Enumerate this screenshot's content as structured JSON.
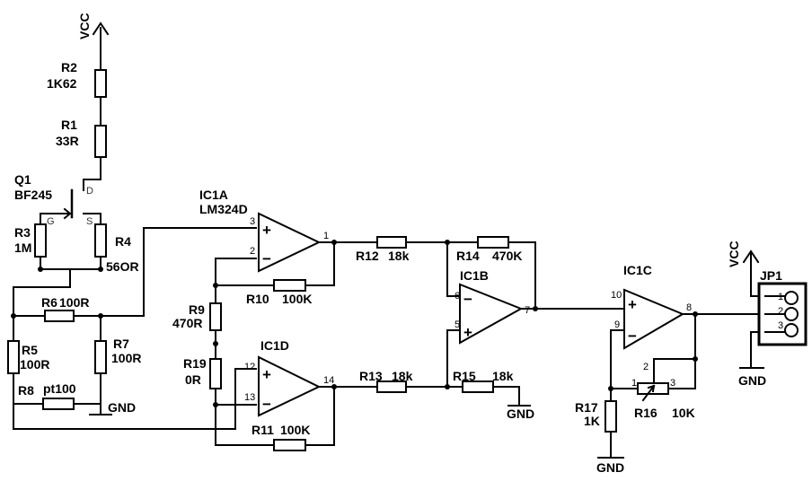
{
  "power": {
    "vcc": "VCC",
    "gnd": "GND"
  },
  "components": {
    "R2": {
      "ref": "R2",
      "value": "1K62"
    },
    "R1": {
      "ref": "R1",
      "value": "33R"
    },
    "Q1": {
      "ref": "Q1",
      "value": "BF245",
      "pin_d": "D",
      "pin_g": "G",
      "pin_s": "S"
    },
    "R3": {
      "ref": "R3",
      "value": "1M"
    },
    "R4": {
      "ref": "R4",
      "value": "56OR"
    },
    "R6": {
      "ref": "R6",
      "value": "100R"
    },
    "R5": {
      "ref": "R5",
      "value": "100R"
    },
    "R7": {
      "ref": "R7",
      "value": "100R"
    },
    "R8": {
      "ref": "R8",
      "value": "pt100"
    },
    "IC1A": {
      "ref": "IC1A",
      "value": "LM324D",
      "pin_plus": "3",
      "pin_minus": "2",
      "pin_out": "1"
    },
    "R9": {
      "ref": "R9",
      "value": "470R"
    },
    "R19": {
      "ref": "R19",
      "value": "0R"
    },
    "R10": {
      "ref": "R10",
      "value": "100K"
    },
    "IC1D": {
      "ref": "IC1D",
      "pin_plus": "12",
      "pin_minus": "13",
      "pin_out": "14"
    },
    "R11": {
      "ref": "R11",
      "value": "100K"
    },
    "R12": {
      "ref": "R12",
      "value": "18k"
    },
    "R13": {
      "ref": "R13",
      "value": "18k"
    },
    "R14": {
      "ref": "R14",
      "value": "470K"
    },
    "R15": {
      "ref": "R15",
      "value": "18k"
    },
    "IC1B": {
      "ref": "IC1B",
      "pin_minus": "6",
      "pin_plus": "5",
      "pin_out": "7"
    },
    "IC1C": {
      "ref": "IC1C",
      "pin_plus": "10",
      "pin_minus": "9",
      "pin_out": "8"
    },
    "R16": {
      "ref": "R16",
      "value": "10K",
      "pin1": "1",
      "pin2": "2",
      "pin3": "3"
    },
    "R17": {
      "ref": "R17",
      "value": "1K"
    },
    "JP1": {
      "ref": "JP1",
      "pin1": "1",
      "pin2": "2",
      "pin3": "3"
    }
  },
  "opamp_symbols": {
    "plus": "+",
    "minus": "−"
  }
}
